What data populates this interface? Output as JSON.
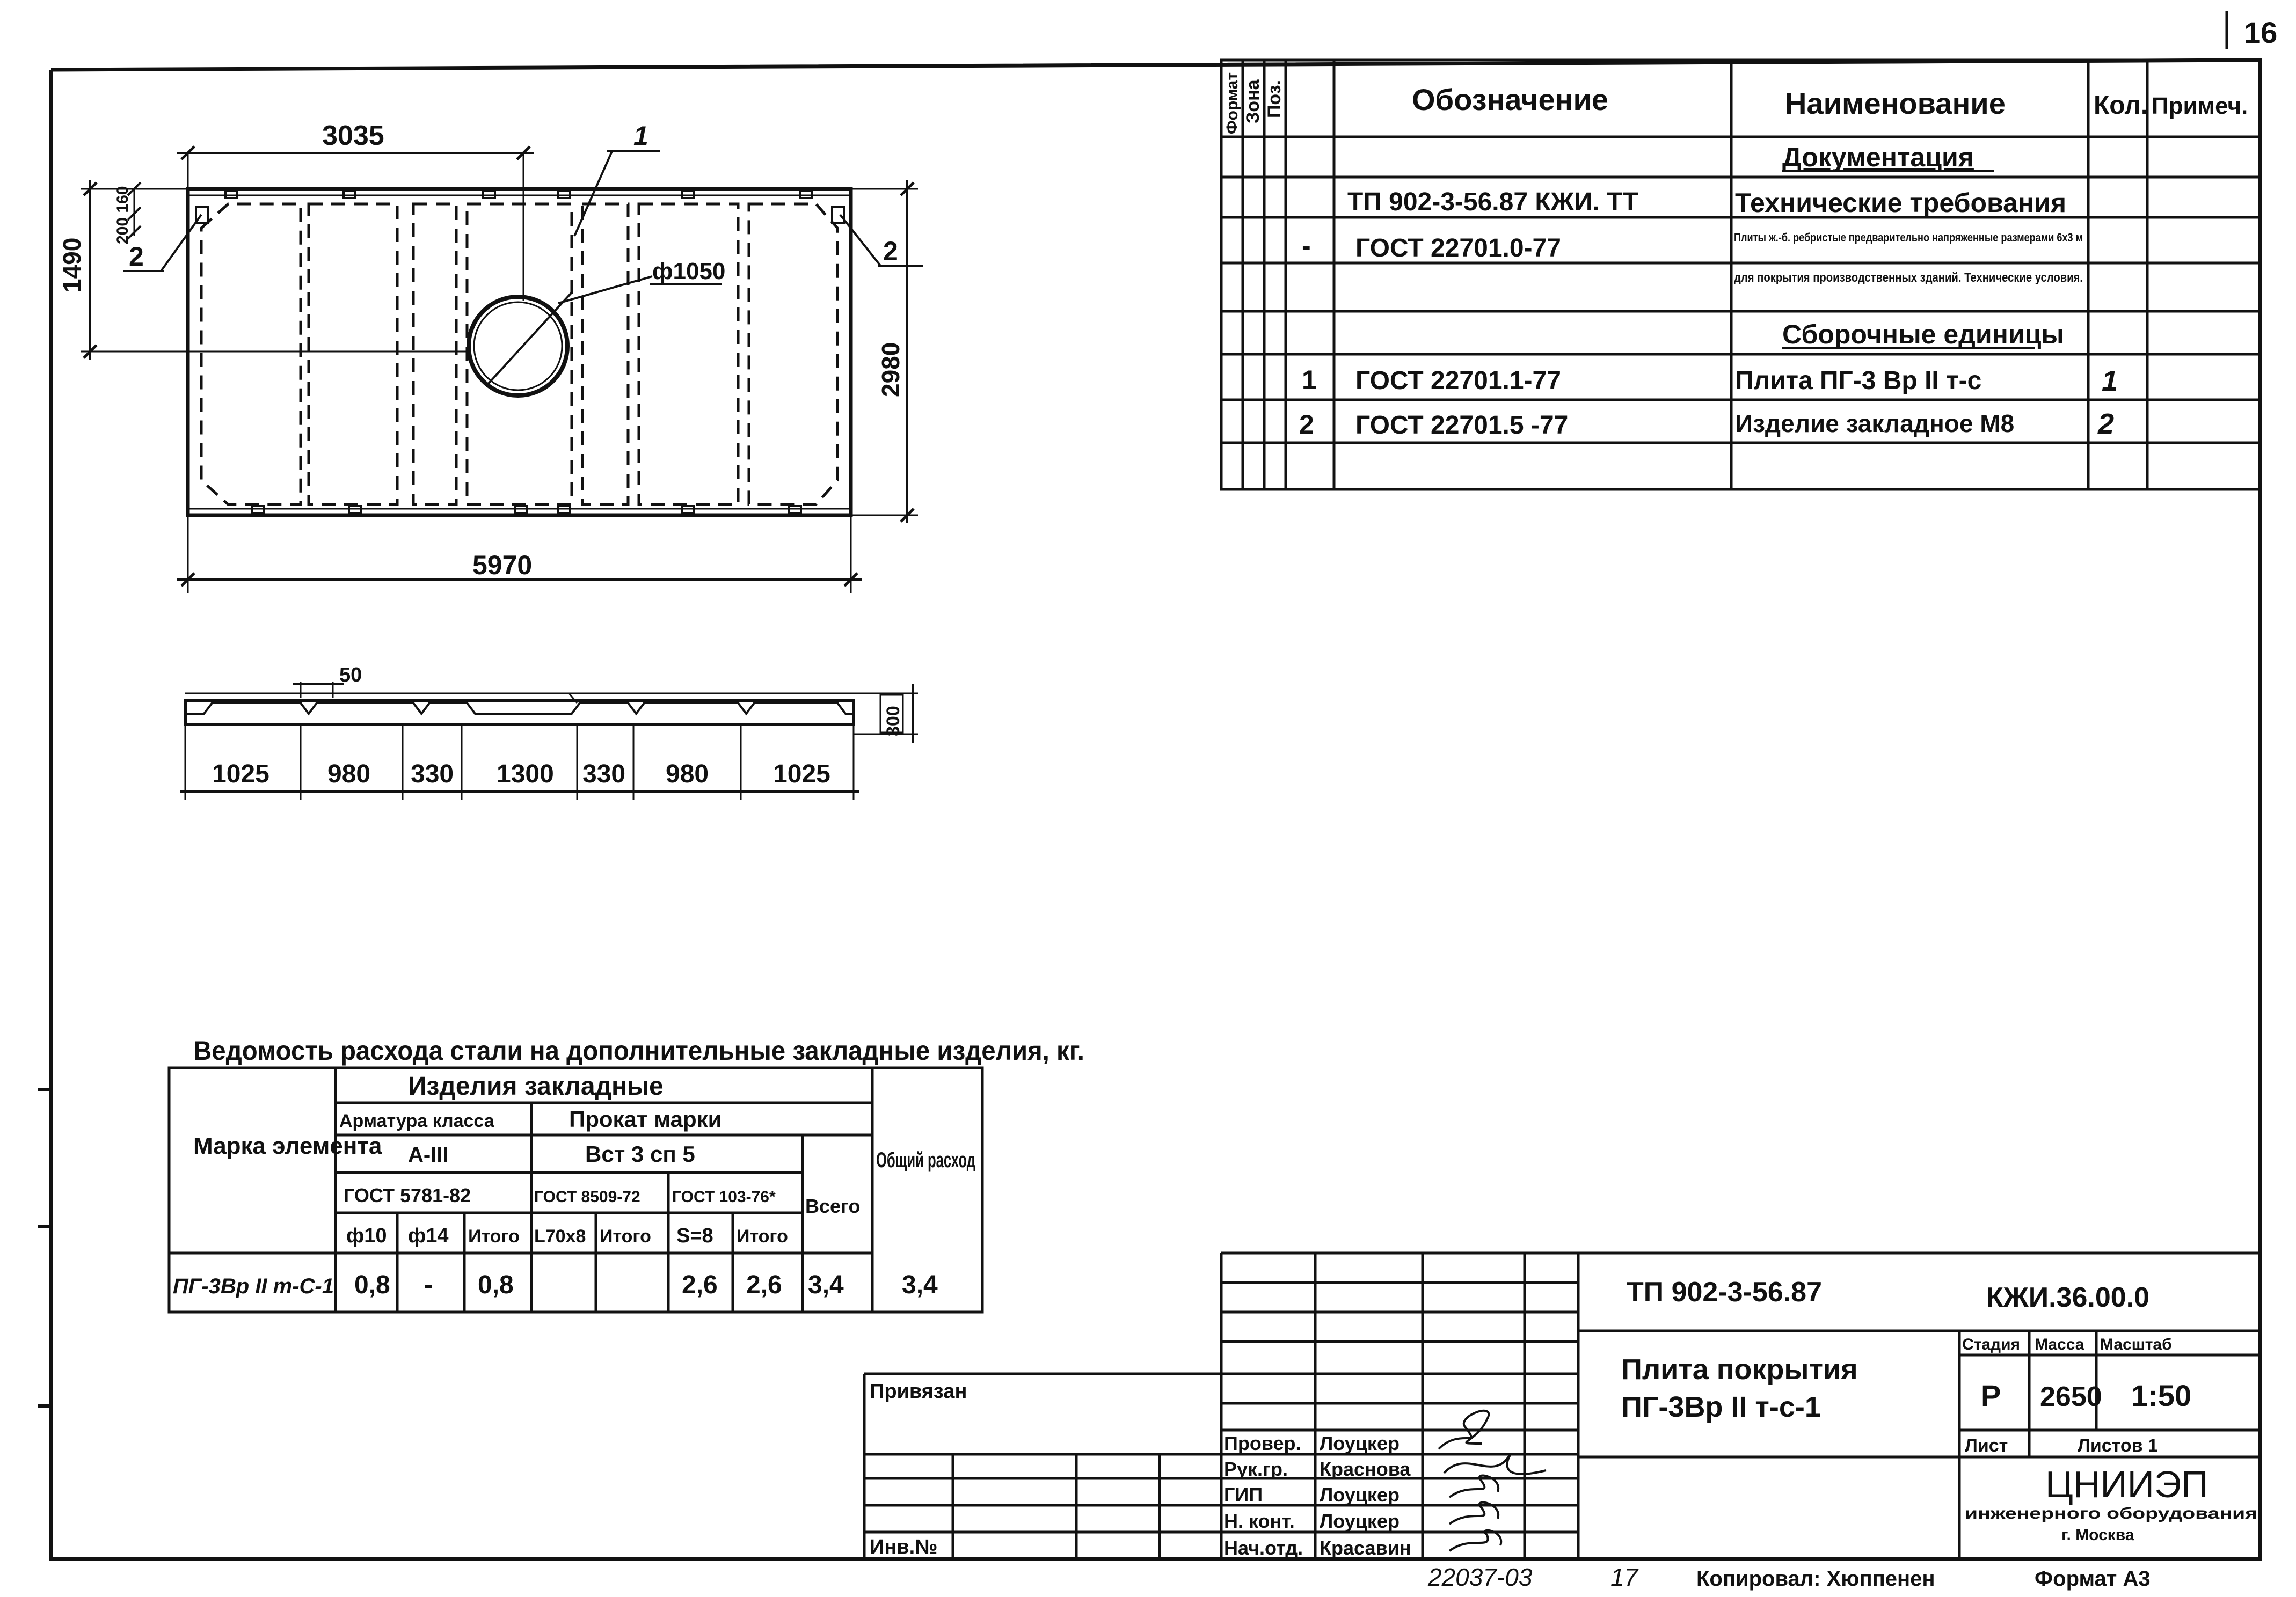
{
  "sheet_number": "16",
  "plan": {
    "dim_half_length": "3035",
    "dim_total_length": "5970",
    "dim_width": "2980",
    "dim_hole_offset": "1490",
    "dim_embed": "200 160",
    "hole_label": "ф1050",
    "pos1": "1",
    "pos2_left": "2",
    "pos2_right": "2"
  },
  "section": {
    "dim_rib": "50",
    "dim_height": "300",
    "segments": [
      "1025",
      "980",
      "330",
      "1300",
      "330",
      "980",
      "1025"
    ]
  },
  "spec": {
    "headers": {
      "format": "Формат",
      "zone": "Зона",
      "pos": "Поз.",
      "designation": "Обозначение",
      "name": "Наименование",
      "qty": "Кол.",
      "note": "Примеч."
    },
    "rows": [
      {
        "pos": "",
        "designation": "",
        "name": "Документация",
        "qty": ""
      },
      {
        "pos": "",
        "designation": "ТП 902-3-56.87    КЖИ. ТТ",
        "name": "Технические требования",
        "qty": ""
      },
      {
        "pos": "-",
        "designation": "ГОСТ 22701.0-77",
        "name": "Плиты ж.-б. ребристые предварительно напряженные размерами 6х3 м",
        "qty": ""
      },
      {
        "pos": "",
        "designation": "",
        "name": "для покрытия производственных зданий. Технические условия.",
        "qty": ""
      },
      {
        "pos": "",
        "designation": "",
        "name": "Сборочные единицы",
        "qty": ""
      },
      {
        "pos": "1",
        "designation": "ГОСТ 22701.1-77",
        "name": "Плита ПГ-3 Вр II т-с",
        "qty": "1"
      },
      {
        "pos": "2",
        "designation": "ГОСТ 22701.5 -77",
        "name": "Изделие закладное М8",
        "qty": "2"
      },
      {
        "pos": "",
        "designation": "",
        "name": "",
        "qty": ""
      }
    ]
  },
  "steel": {
    "title": "Ведомость расхода стали на дополнительные закладные изделия, кг.",
    "h_mark": "Марка элемента",
    "h_embedded": "Изделия закладные",
    "h_rebar": "Арматура класса",
    "h_rebar_class": "А-III",
    "h_rebar_gost": "ГОСТ 5781-82",
    "h_rolled": "Прокат марки",
    "h_rolled_grade": "Вст 3 сп 5",
    "h_gost1": "ГОСТ 8509-72",
    "h_gost2": "ГОСТ 103-76*",
    "h_total_all": "Общий расход",
    "h_sum": "Всего",
    "sub": [
      "ф10",
      "ф14",
      "Итого",
      "L70х8",
      "Итого",
      "S=8",
      "Итого"
    ],
    "row": [
      "ПГ-3Вр II т-С-1",
      "0,8",
      "-",
      "0,8",
      "",
      "",
      "2,6",
      "2,6",
      "3,4",
      "3,4"
    ]
  },
  "titleblock": {
    "doc_code": "ТП 902-3-56.87",
    "sheet_code": "КЖИ.36.00.0",
    "title_line1": "Плита покрытия",
    "title_line2": "ПГ-3Вр II т-с-1",
    "h_stage": "Стадия",
    "h_mass": "Масса",
    "h_scale": "Масштаб",
    "stage": "Р",
    "mass": "2650",
    "scale": "1:50",
    "h_sheet": "Лист",
    "h_sheets": "Листов 1",
    "org": "ЦНИИЭП",
    "org_sub": "инженерного оборудования",
    "org_city": "г. Москва",
    "bound": "Привязан",
    "inv": "Инв.№",
    "roles": [
      "Провер.",
      "Рук.гр.",
      "ГИП",
      "Н. конт.",
      "Нач.отд."
    ],
    "people": [
      "Лоуцкер",
      "Краснова",
      "Лоуцкер",
      "Лоуцкер",
      "Красавин"
    ]
  },
  "footer": {
    "archive": "22037-03",
    "page": "17",
    "copied": "Копировал: Хюппенен",
    "format": "Формат А3"
  }
}
